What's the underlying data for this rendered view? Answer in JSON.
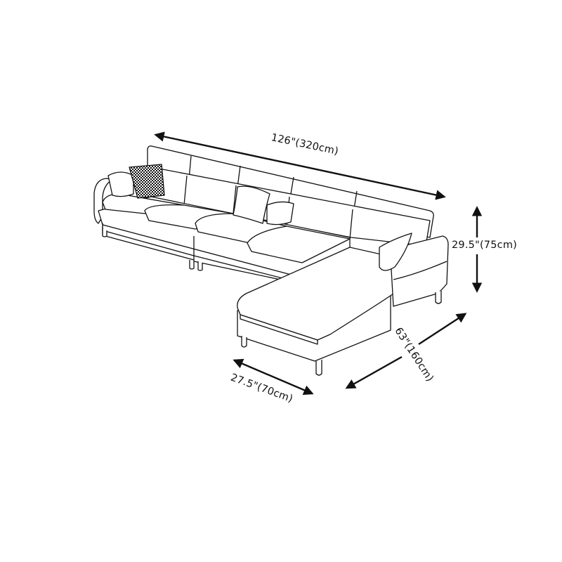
{
  "diagram": {
    "subject": "L-shaped sectional sofa with right-facing chaise",
    "style": "line-art sketch",
    "background_color": "#ffffff",
    "line_color": "#111111",
    "pillows": [
      {
        "name": "plain-pillow-left",
        "pattern": "plain"
      },
      {
        "name": "checked-pillow",
        "pattern": "houndstooth"
      },
      {
        "name": "plain-pillow-center",
        "pattern": "plain"
      },
      {
        "name": "plain-pillow-right",
        "pattern": "plain"
      },
      {
        "name": "plain-pillow-chaise",
        "pattern": "plain"
      }
    ],
    "back_cushions": 5,
    "seat_cushions": 4
  },
  "dimensions": {
    "length": {
      "label": "126\"(320cm)",
      "inches": 126,
      "cm": 320
    },
    "height": {
      "label": "29.5\"(75cm)",
      "inches": 29.5,
      "cm": 75
    },
    "chaise_depth": {
      "label": "63\"(160cm)",
      "inches": 63,
      "cm": 160
    },
    "chaise_width": {
      "label": "27.5\"(70cm)",
      "inches": 27.5,
      "cm": 70
    }
  }
}
